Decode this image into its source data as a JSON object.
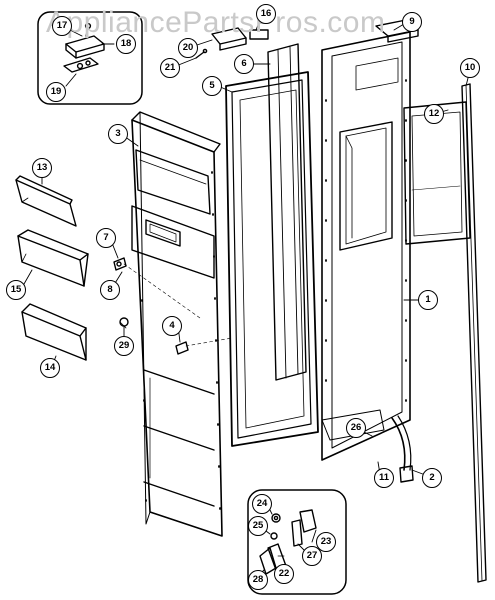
{
  "watermark": "AppliancePartsPros.com",
  "callouts": [
    {
      "id": "c17",
      "label": "17"
    },
    {
      "id": "c18",
      "label": "18"
    },
    {
      "id": "c19",
      "label": "19"
    },
    {
      "id": "c16",
      "label": "16"
    },
    {
      "id": "c20",
      "label": "20"
    },
    {
      "id": "c21",
      "label": "21"
    },
    {
      "id": "c9",
      "label": "9"
    },
    {
      "id": "c6",
      "label": "6"
    },
    {
      "id": "c5",
      "label": "5"
    },
    {
      "id": "c10",
      "label": "10"
    },
    {
      "id": "c12",
      "label": "12"
    },
    {
      "id": "c3",
      "label": "3"
    },
    {
      "id": "c13",
      "label": "13"
    },
    {
      "id": "c7",
      "label": "7"
    },
    {
      "id": "c8",
      "label": "8"
    },
    {
      "id": "c15",
      "label": "15"
    },
    {
      "id": "c1",
      "label": "1"
    },
    {
      "id": "c4",
      "label": "4"
    },
    {
      "id": "c29",
      "label": "29"
    },
    {
      "id": "c14",
      "label": "14"
    },
    {
      "id": "c26",
      "label": "26"
    },
    {
      "id": "c11",
      "label": "11"
    },
    {
      "id": "c2",
      "label": "2"
    },
    {
      "id": "c24",
      "label": "24"
    },
    {
      "id": "c25",
      "label": "25"
    },
    {
      "id": "c23",
      "label": "23"
    },
    {
      "id": "c27",
      "label": "27"
    },
    {
      "id": "c22",
      "label": "22"
    },
    {
      "id": "c28",
      "label": "28"
    }
  ]
}
